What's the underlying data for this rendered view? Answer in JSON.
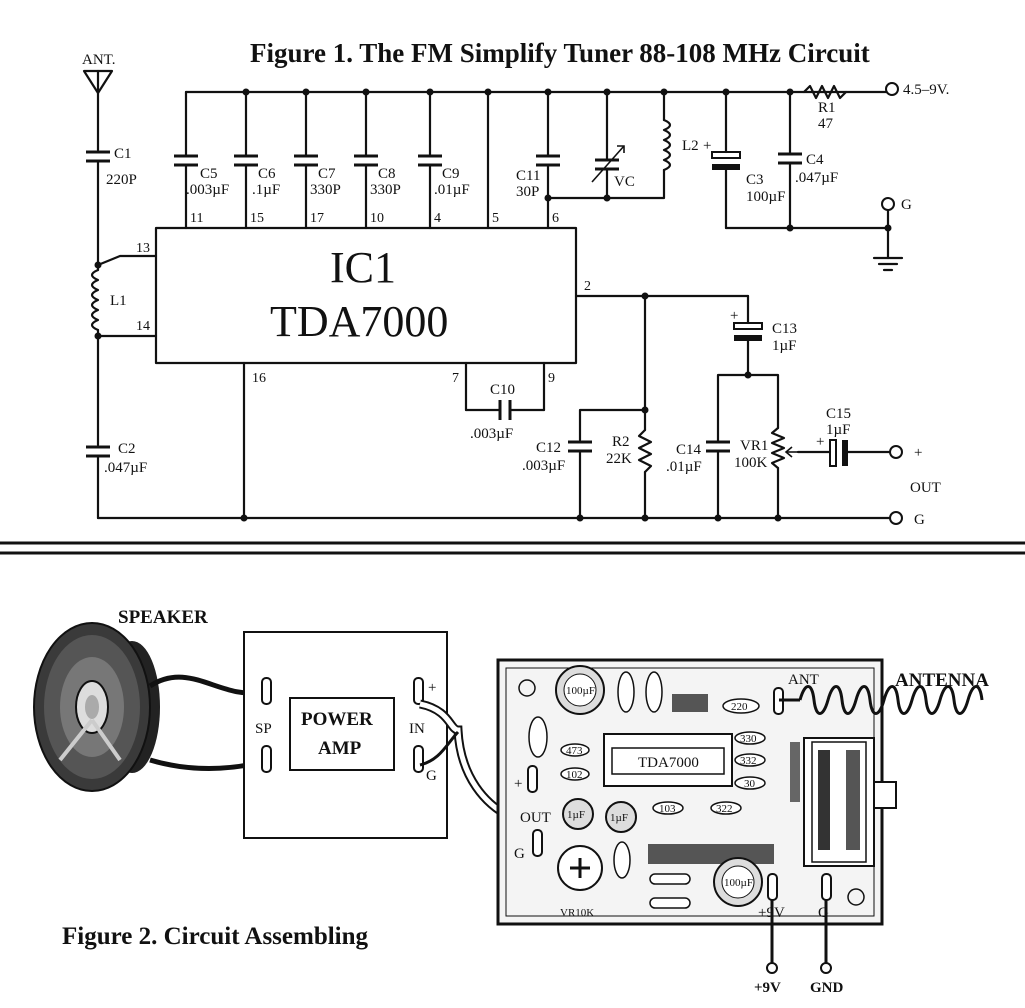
{
  "figure1": {
    "title": "Figure 1. The FM Simplify Tuner 88-108 MHz Circuit",
    "ic_name": "IC1",
    "ic_part": "TDA7000",
    "antenna": "ANT.",
    "supply": "4.5–9V.",
    "ground_terminal": "G",
    "out_plus": "+",
    "out_label": "OUT",
    "out_ground": "G",
    "components": {
      "c1": {
        "name": "C1",
        "value": "220P"
      },
      "c2": {
        "name": "C2",
        "value": ".047µF"
      },
      "c3": {
        "name": "C3",
        "value": "100µF"
      },
      "c4": {
        "name": "C4",
        "value": ".047µF"
      },
      "c5": {
        "name": "C5",
        "value": ".003µF"
      },
      "c6": {
        "name": "C6",
        "value": ".1µF"
      },
      "c7": {
        "name": "C7",
        "value": "330P"
      },
      "c8": {
        "name": "C8",
        "value": "330P"
      },
      "c9": {
        "name": "C9",
        "value": ".01µF"
      },
      "c10": {
        "name": "C10",
        "value": ".003µF"
      },
      "c11": {
        "name": "C11",
        "value": "30P"
      },
      "c12": {
        "name": "C12",
        "value": ".003µF"
      },
      "c13": {
        "name": "C13",
        "value": "1µF"
      },
      "c14": {
        "name": "C14",
        "value": ".01µF"
      },
      "c15": {
        "name": "C15",
        "value": "1µF"
      },
      "r1": {
        "name": "R1",
        "value": "47"
      },
      "r2": {
        "name": "R2",
        "value": "22K"
      },
      "vr1": {
        "name": "VR1",
        "value": "100K"
      },
      "l1": "L1",
      "l2": "L2",
      "vc": "VC"
    },
    "pins": {
      "p11": "11",
      "p15": "15",
      "p17": "17",
      "p10": "10",
      "p4": "4",
      "p5": "5",
      "p6": "6",
      "p13": "13",
      "p14": "14",
      "p16": "16",
      "p7": "7",
      "p9": "9",
      "p2": "2"
    }
  },
  "figure2": {
    "title": "Figure 2. Circuit Assembling",
    "speaker": "SPEAKER",
    "amp_line1": "POWER",
    "amp_line2": "AMP",
    "sp": "SP",
    "in": "IN",
    "in_plus": "+",
    "in_g": "G",
    "out": "OUT",
    "out_plus": "+",
    "out_g": "G",
    "ant": "ANT",
    "antenna": "ANTENNA",
    "chip": "TDA7000",
    "cap_100uf_top": "100µF",
    "cap_100uf_bottom": "100µF",
    "cap_1uf_a": "1µF",
    "cap_1uf_b": "1µF",
    "vr": "VR10K",
    "pcb_plus9v": "+9V",
    "pcb_g": "G",
    "wire_plus9v": "+9V",
    "wire_gnd": "GND",
    "mark_220": "220",
    "mark_473": "473",
    "mark_102": "102",
    "mark_330a": "330",
    "mark_332": "332",
    "mark_30": "30",
    "mark_103": "103",
    "mark_322": "322"
  }
}
